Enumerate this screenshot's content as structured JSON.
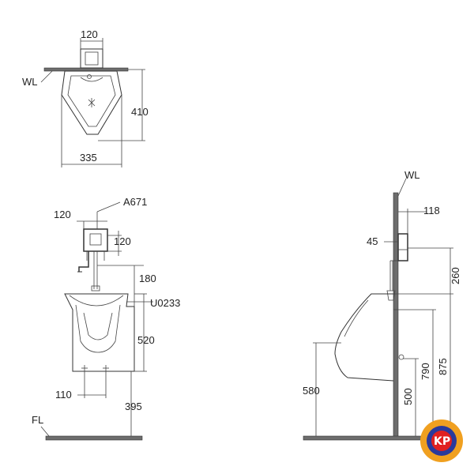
{
  "top_view": {
    "wl_label": "WL",
    "dim_width_top": "120",
    "dim_depth": "410",
    "dim_width": "335"
  },
  "front_view": {
    "model_flush": "A671",
    "model_urinal": "U0233",
    "dim_120_left": "120",
    "dim_120_right": "120",
    "dim_180": "180",
    "dim_520": "520",
    "dim_110": "110",
    "dim_395": "395",
    "fl_label": "FL"
  },
  "side_view": {
    "wl_label": "WL",
    "dim_118": "118",
    "dim_45": "45",
    "dim_260": "260",
    "dim_580": "580",
    "dim_500": "500",
    "dim_790": "790",
    "dim_875": "875"
  },
  "logo": {
    "text": "KP",
    "colors": {
      "outer": "#f0a020",
      "inner": "#2a3a9c",
      "accent": "#e02020"
    }
  }
}
